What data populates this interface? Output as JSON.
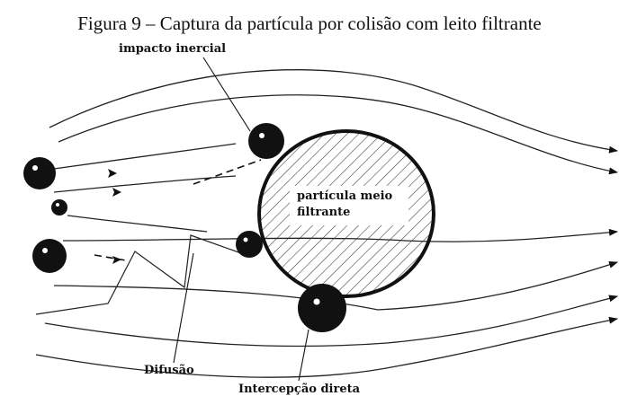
{
  "figure": {
    "title": "Figura 9 – Captura da partícula por colisão com leito filtrante",
    "labels": {
      "inertial": "impacto inercial",
      "collector_line1": "partícula meio",
      "collector_line2": "filtrante",
      "diffusion": "Difusão",
      "interception": "Intercepção direta"
    }
  }
}
